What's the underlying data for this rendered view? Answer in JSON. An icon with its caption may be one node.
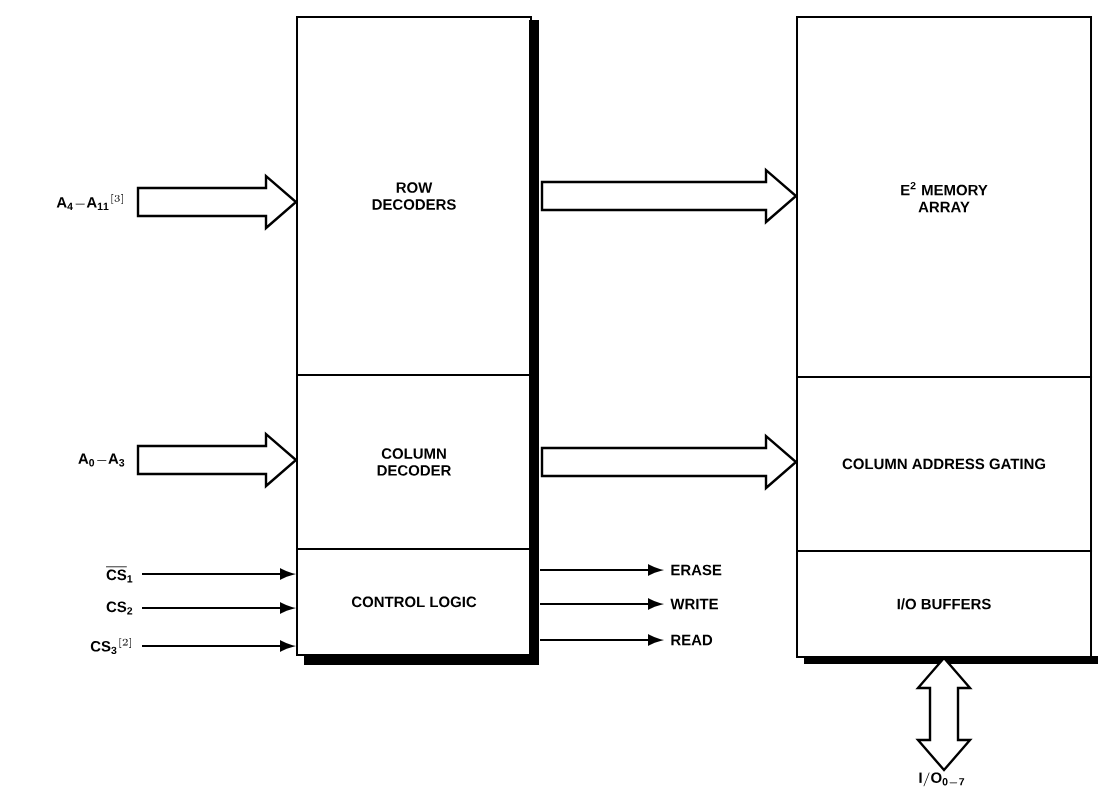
{
  "diagram": {
    "nodes": [
      {
        "text": [
          "\\mathbf{A_{4}{-}A_{11}}{}^{[3]}"
        ]
      },
      {
        "text": [
          "ROW DECODERS"
        ]
      },
      {
        "text": [
          "E$^{2}$ MEMORY ARRAY"
        ]
      },
      {
        "text": [
          "\\mathbf{A_{0}{-}A_{3}}"
        ]
      },
      {
        "text": [
          "COLUMN DECODER"
        ]
      },
      {
        "text": [
          "COLUMN ADDRESS GATING"
        ]
      },
      {
        "text": [
          "\\overline{\\mathbf{CS}}_{\\mathbf{1}}"
        ]
      },
      {
        "text": [
          "\\mathbf{CS_{2}}"
        ]
      },
      {
        "text": [
          "\\mathbf{CS_{3}}{}^{[2]}"
        ]
      },
      {
        "text": [
          "CONTROL LOGIC"
        ]
      },
      {
        "text": [
          "ERASE"
        ]
      },
      {
        "text": [
          "WRITE"
        ]
      },
      {
        "text": [
          "READ"
        ]
      },
      {
        "text": [
          "I/O BUFFERS"
        ]
      },
      {
        "text": [
          "\\mathbf{I/O_{0-7}}"
        ]
      }
    ],
    "edges": [
      {
        "from": 0,
        "to": 1,
        "arrow": "to",
        "style": "thick"
      },
      {
        "from": 1,
        "to": 2,
        "arrow": "to",
        "style": "thick"
      },
      {
        "from": 3,
        "to": 4,
        "arrow": "to",
        "style": "thick"
      },
      {
        "from": 4,
        "to": 5,
        "arrow": "to",
        "style": "thick"
      },
      {
        "from": 6,
        "to": 9,
        "arrow": "to"
      },
      {
        "from": 7,
        "to": 9,
        "arrow": "to"
      },
      {
        "from": 8,
        "to": 9,
        "arrow": "to"
      },
      {
        "from": 9,
        "to": 10,
        "arrow": "to"
      },
      {
        "from": 9,
        "to": 11,
        "arrow": "to"
      },
      {
        "from": 9,
        "to": 12,
        "arrow": "to"
      },
      {
        "from": 13,
        "to": 14,
        "arrow": "both",
        "style": "thick"
      }
    ]
  }
}
